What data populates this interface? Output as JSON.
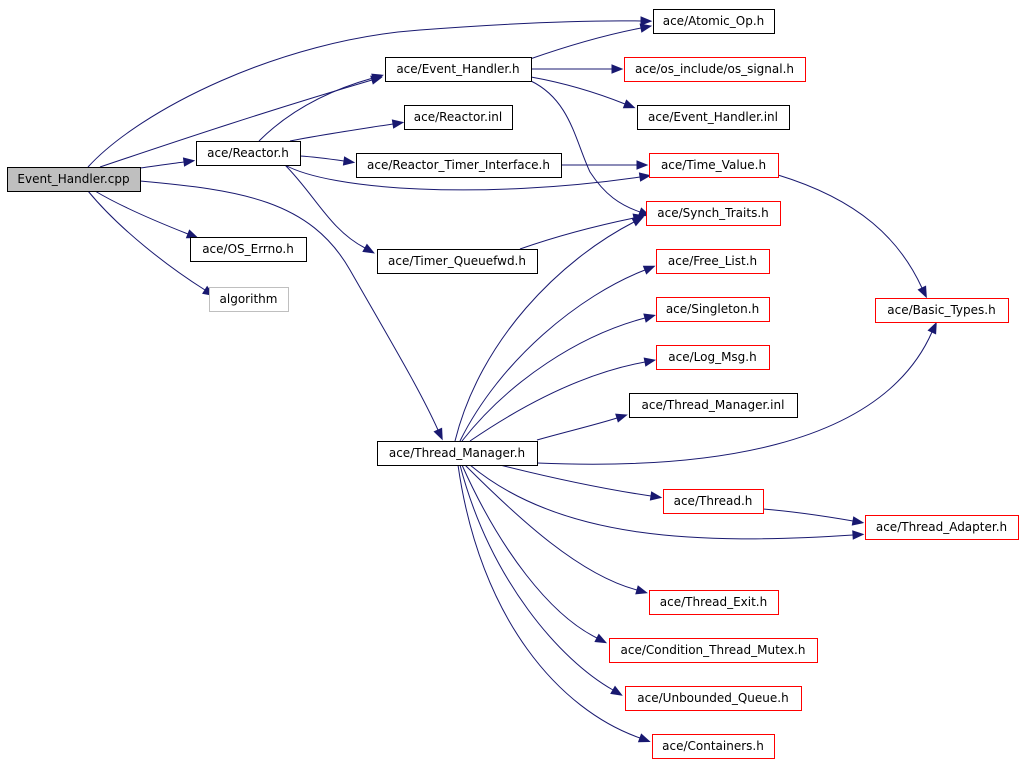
{
  "colors": {
    "edge": "#191970",
    "border_documented": "#000000",
    "border_undocumented": "#ff0000",
    "border_external": "#bfbfbf",
    "fill_root": "#bfbfbf",
    "fill_default": "#ffffff"
  },
  "nodes": [
    {
      "id": "event_handler_cpp",
      "label": "Event_Handler.cpp",
      "kind": "root"
    },
    {
      "id": "atomic_op_h",
      "label": "ace/Atomic_Op.h",
      "kind": "documented"
    },
    {
      "id": "event_handler_h",
      "label": "ace/Event_Handler.h",
      "kind": "documented"
    },
    {
      "id": "os_signal_h",
      "label": "ace/os_include/os_signal.h",
      "kind": "undocumented"
    },
    {
      "id": "event_handler_inl",
      "label": "ace/Event_Handler.inl",
      "kind": "documented"
    },
    {
      "id": "reactor_inl",
      "label": "ace/Reactor.inl",
      "kind": "documented"
    },
    {
      "id": "reactor_h",
      "label": "ace/Reactor.h",
      "kind": "documented"
    },
    {
      "id": "reactor_timer_interface_h",
      "label": "ace/Reactor_Timer_Interface.h",
      "kind": "documented"
    },
    {
      "id": "time_value_h",
      "label": "ace/Time_Value.h",
      "kind": "undocumented"
    },
    {
      "id": "synch_traits_h",
      "label": "ace/Synch_Traits.h",
      "kind": "undocumented"
    },
    {
      "id": "os_errno_h",
      "label": "ace/OS_Errno.h",
      "kind": "documented"
    },
    {
      "id": "timer_queuefwd_h",
      "label": "ace/Timer_Queuefwd.h",
      "kind": "documented"
    },
    {
      "id": "free_list_h",
      "label": "ace/Free_List.h",
      "kind": "undocumented"
    },
    {
      "id": "algorithm",
      "label": "algorithm",
      "kind": "external"
    },
    {
      "id": "basic_types_h",
      "label": "ace/Basic_Types.h",
      "kind": "undocumented"
    },
    {
      "id": "singleton_h",
      "label": "ace/Singleton.h",
      "kind": "undocumented"
    },
    {
      "id": "log_msg_h",
      "label": "ace/Log_Msg.h",
      "kind": "undocumented"
    },
    {
      "id": "thread_manager_inl",
      "label": "ace/Thread_Manager.inl",
      "kind": "documented"
    },
    {
      "id": "thread_manager_h",
      "label": "ace/Thread_Manager.h",
      "kind": "documented"
    },
    {
      "id": "thread_h",
      "label": "ace/Thread.h",
      "kind": "undocumented"
    },
    {
      "id": "thread_adapter_h",
      "label": "ace/Thread_Adapter.h",
      "kind": "undocumented"
    },
    {
      "id": "thread_exit_h",
      "label": "ace/Thread_Exit.h",
      "kind": "undocumented"
    },
    {
      "id": "condition_thread_mutex_h",
      "label": "ace/Condition_Thread_Mutex.h",
      "kind": "undocumented"
    },
    {
      "id": "unbounded_queue_h",
      "label": "ace/Unbounded_Queue.h",
      "kind": "undocumented"
    },
    {
      "id": "containers_h",
      "label": "ace/Containers.h",
      "kind": "undocumented"
    }
  ],
  "edges": [
    [
      "event_handler_cpp",
      "atomic_op_h"
    ],
    [
      "event_handler_cpp",
      "event_handler_h"
    ],
    [
      "event_handler_cpp",
      "reactor_h"
    ],
    [
      "event_handler_cpp",
      "os_errno_h"
    ],
    [
      "event_handler_cpp",
      "algorithm"
    ],
    [
      "event_handler_cpp",
      "thread_manager_h"
    ],
    [
      "event_handler_h",
      "atomic_op_h"
    ],
    [
      "event_handler_h",
      "os_signal_h"
    ],
    [
      "event_handler_h",
      "event_handler_inl"
    ],
    [
      "event_handler_h",
      "synch_traits_h"
    ],
    [
      "reactor_h",
      "event_handler_h"
    ],
    [
      "reactor_h",
      "reactor_inl"
    ],
    [
      "reactor_h",
      "reactor_timer_interface_h"
    ],
    [
      "reactor_h",
      "time_value_h"
    ],
    [
      "reactor_h",
      "timer_queuefwd_h"
    ],
    [
      "reactor_timer_interface_h",
      "time_value_h"
    ],
    [
      "timer_queuefwd_h",
      "synch_traits_h"
    ],
    [
      "time_value_h",
      "basic_types_h"
    ],
    [
      "thread_manager_h",
      "synch_traits_h"
    ],
    [
      "thread_manager_h",
      "free_list_h"
    ],
    [
      "thread_manager_h",
      "singleton_h"
    ],
    [
      "thread_manager_h",
      "log_msg_h"
    ],
    [
      "thread_manager_h",
      "thread_manager_inl"
    ],
    [
      "thread_manager_h",
      "basic_types_h"
    ],
    [
      "thread_manager_h",
      "thread_h"
    ],
    [
      "thread_manager_h",
      "thread_adapter_h"
    ],
    [
      "thread_manager_h",
      "thread_exit_h"
    ],
    [
      "thread_manager_h",
      "condition_thread_mutex_h"
    ],
    [
      "thread_manager_h",
      "unbounded_queue_h"
    ],
    [
      "thread_manager_h",
      "containers_h"
    ],
    [
      "thread_h",
      "thread_adapter_h"
    ]
  ]
}
